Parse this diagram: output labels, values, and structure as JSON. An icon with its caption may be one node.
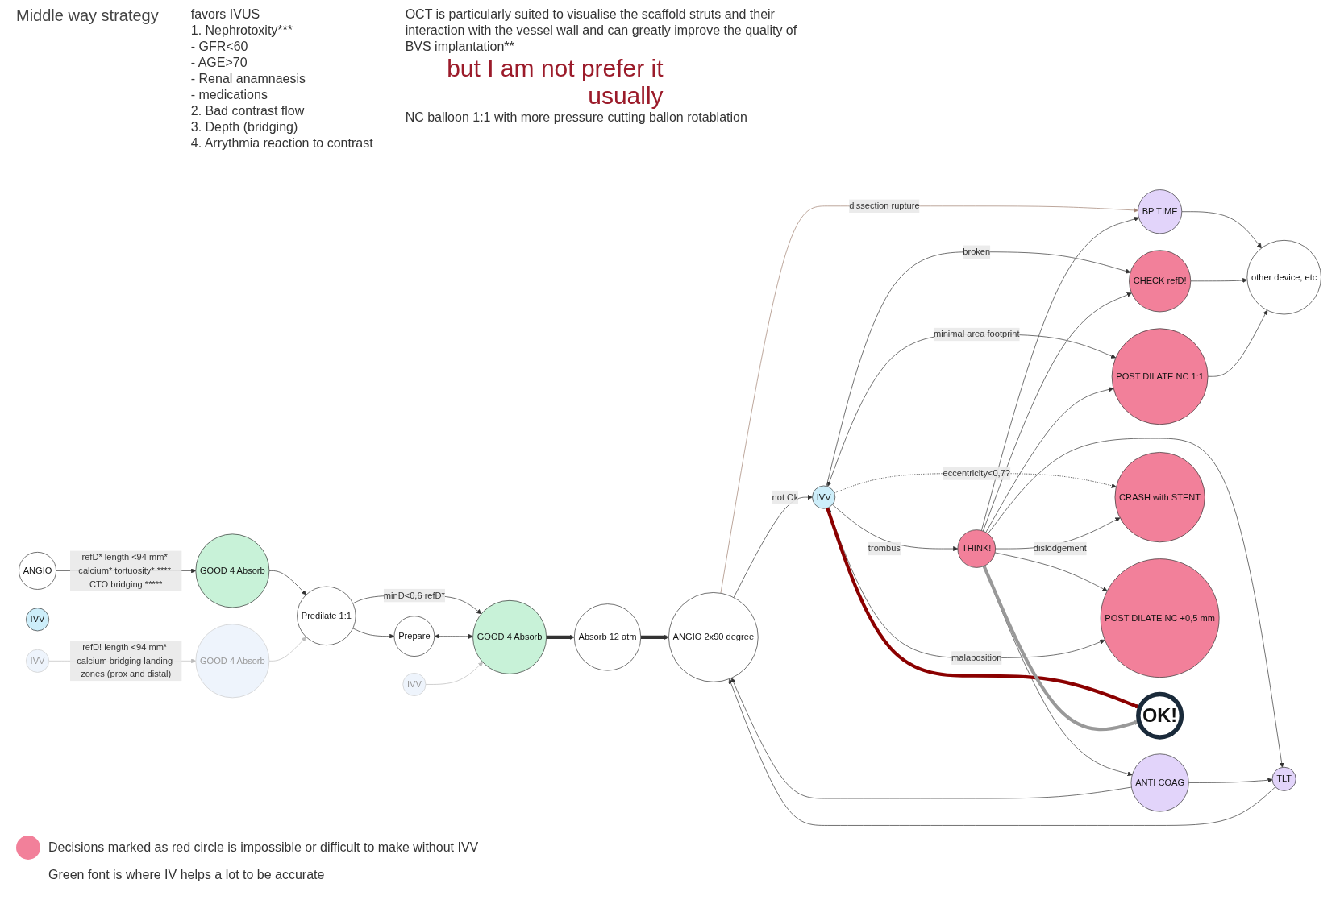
{
  "diagram": {
    "title": "Middle way strategy",
    "nodes": [
      {
        "text": [
          "ANGIO"
        ]
      },
      {
        "text": [
          "GOOD 4 Absorb"
        ]
      },
      {
        "text": [
          "IVV"
        ]
      },
      {
        "text": [
          "IVV"
        ]
      },
      {
        "text": [
          "GOOD 4 Absorb"
        ]
      },
      {
        "text": [
          "Predilate 1:1"
        ]
      },
      {
        "text": [
          "Prepare"
        ]
      },
      {
        "text": [
          "IVV"
        ]
      },
      {
        "text": [
          "GOOD 4 Absorb"
        ]
      },
      {
        "text": [
          "Absorb 12 atm"
        ]
      },
      {
        "text": [
          "ANGIO 2x90 degree"
        ]
      },
      {
        "text": [
          "IVV"
        ]
      },
      {
        "text": [
          "THINK!"
        ]
      },
      {
        "text": [
          "ANTI COAG"
        ]
      },
      {
        "text": [
          "BP TIME"
        ]
      },
      {
        "text": [
          "CHECK refD!"
        ]
      },
      {
        "text": [
          "POST DILATE NC 1:1"
        ]
      },
      {
        "text": [
          "other device, etc"
        ]
      },
      {
        "text": [
          "CRASH with STENT"
        ]
      },
      {
        "text": [
          "POST DILATE NC +0,5 mm"
        ]
      },
      {
        "text": [
          "TLT"
        ]
      },
      {
        "text": [
          "OK!"
        ]
      }
    ],
    "edges": [
      {
        "from": 0,
        "to": 1,
        "arrow": "to",
        "label": "refD* length <94 mm* calcium* tortuosity* **** CTO bridging *****"
      },
      {
        "from": 1,
        "to": 5,
        "arrow": "to"
      },
      {
        "from": 3,
        "to": 4,
        "arrow": "to",
        "label": "refD! length <94 mm* calcium bridging landing zones (prox and distal)",
        "color": "#bbbbbb"
      },
      {
        "from": 4,
        "to": 5,
        "arrow": "to",
        "color": "#bbbbbb"
      },
      {
        "from": 5,
        "to": 6,
        "arrow": "to"
      },
      {
        "from": 5,
        "to": 8,
        "arrow": "to",
        "label": "minD<0,6 refD*"
      },
      {
        "from": 6,
        "to": 8,
        "arrow": "both"
      },
      {
        "from": 7,
        "to": 8,
        "arrow": "to",
        "color": "#bbbbbb"
      },
      {
        "from": 8,
        "to": 9,
        "arrow": "to",
        "style": "thick"
      },
      {
        "from": 9,
        "to": 10,
        "arrow": "to",
        "style": "thick"
      },
      {
        "from": 10,
        "to": 11,
        "arrow": "to",
        "label": "not Ok"
      },
      {
        "from": 10,
        "to": 14,
        "arrow": "to",
        "label": "dissection rupture",
        "color": "#a08070"
      },
      {
        "from": 11,
        "to": 12,
        "arrow": "to",
        "label": "trombus"
      },
      {
        "from": 14,
        "to": 17,
        "arrow": "to"
      },
      {
        "from": 15,
        "to": 17,
        "arrow": "to"
      },
      {
        "from": 16,
        "to": 17,
        "arrow": "to"
      },
      {
        "from": 11,
        "to": 15,
        "arrow": "to",
        "label": "broken"
      },
      {
        "from": 12,
        "to": 14,
        "arrow": "to"
      },
      {
        "from": 12,
        "to": 15,
        "arrow": "to"
      },
      {
        "from": 11,
        "to": 16,
        "arrow": "both",
        "label": "minimal area footprint"
      },
      {
        "from": 12,
        "to": 16,
        "arrow": "to"
      },
      {
        "from": 11,
        "to": 18,
        "arrow": "to",
        "label": "eccentricity<0,7?",
        "style": "dashed"
      },
      {
        "from": 12,
        "to": 18,
        "arrow": "to",
        "label": "dislodgement"
      },
      {
        "from": 12,
        "to": 13,
        "arrow": "to"
      },
      {
        "from": 12,
        "to": 19,
        "arrow": "to"
      },
      {
        "from": 11,
        "to": 19,
        "arrow": "both",
        "label": "malaposition"
      },
      {
        "from": 12,
        "to": 20,
        "arrow": "to"
      },
      {
        "from": 13,
        "to": 20,
        "arrow": "to"
      },
      {
        "from": 13,
        "to": 10,
        "arrow": "to"
      },
      {
        "from": 20,
        "to": 10,
        "arrow": "to"
      },
      {
        "from": 11,
        "to": 21,
        "arrow": "to",
        "style": "thick",
        "color": "#8b0000"
      },
      {
        "from": 12,
        "to": 21,
        "arrow": "to",
        "style": "thick",
        "color": "#999999"
      }
    ],
    "labels": [
      "favors IVUS",
      "1. Nephrotoxity***",
      "- GFR<60",
      "- AGE>70",
      "- Renal anamnaesis",
      "- medications",
      "2. Bad contrast flow",
      "3. Depth (bridging)",
      "4. Arrythmia reaction to contrast",
      "OCT is particularly suited to visualise the scaffold struts and their interaction with the vessel wall and can greatly improve the quality of BVS implantation**",
      "but I am not prefer it usually",
      "NC balloon 1:1 with more pressure cutting ballon rotablation"
    ],
    "legend": [
      {
        "text": "Decisions marked as red circle is impossible or difficult to make without IVV",
        "color": "#f2809a"
      },
      {
        "text": "Green font is where IV helps a lot to be accurate"
      }
    ]
  }
}
